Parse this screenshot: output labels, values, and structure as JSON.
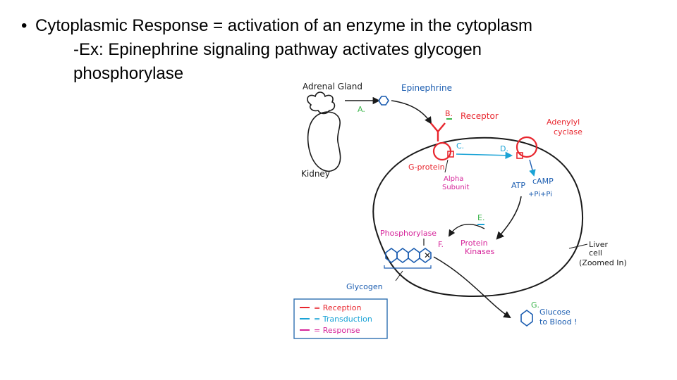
{
  "slide": {
    "bullet_symbol": "•",
    "bullet_text": "Cytoplasmic Response = activation of an enzyme in the cytoplasm",
    "example_line1": "-Ex: Epinephrine signaling pathway activates glycogen",
    "example_line2": "phosphorylase"
  },
  "diagram": {
    "adrenal_gland": "Adrenal Gland",
    "kidney": "Kidney",
    "epinephrine": "Epinephrine",
    "step_a": "A.",
    "step_b": "B.",
    "receptor": "Receptor",
    "step_c": "C.",
    "step_d": "D.",
    "adenylyl_cyclase_1": "Adenylyl",
    "adenylyl_cyclase_2": "cyclase",
    "g_protein": "G-protein",
    "alpha_1": "Alpha",
    "alpha_2": "Subunit",
    "atp": "ATP",
    "camp": "cAMP",
    "pi": "+Pi+Pi",
    "step_e": "E.",
    "phosphorylase": "Phosphorylase",
    "step_f": "F.",
    "protein_kinases_1": "Protein",
    "protein_kinases_2": "Kinases",
    "liver_1": "Liver",
    "liver_2": "cell",
    "liver_3": "(Zoomed In)",
    "glycogen": "Glycogen",
    "step_g": "G.",
    "glucose_1": "Glucose",
    "glucose_2": "to Blood !",
    "legend": [
      {
        "label": "= Reception",
        "color": "#e8262e"
      },
      {
        "label": "= Transduction",
        "color": "#1aa3d6"
      },
      {
        "label": "= Response",
        "color": "#d6249a"
      }
    ],
    "colors": {
      "ink": "#1a1a1a",
      "reception": "#e8262e",
      "transduction": "#1aa3d6",
      "response": "#d6249a",
      "step_green": "#3bb54a",
      "legend_border": "#2e6fb0"
    }
  }
}
